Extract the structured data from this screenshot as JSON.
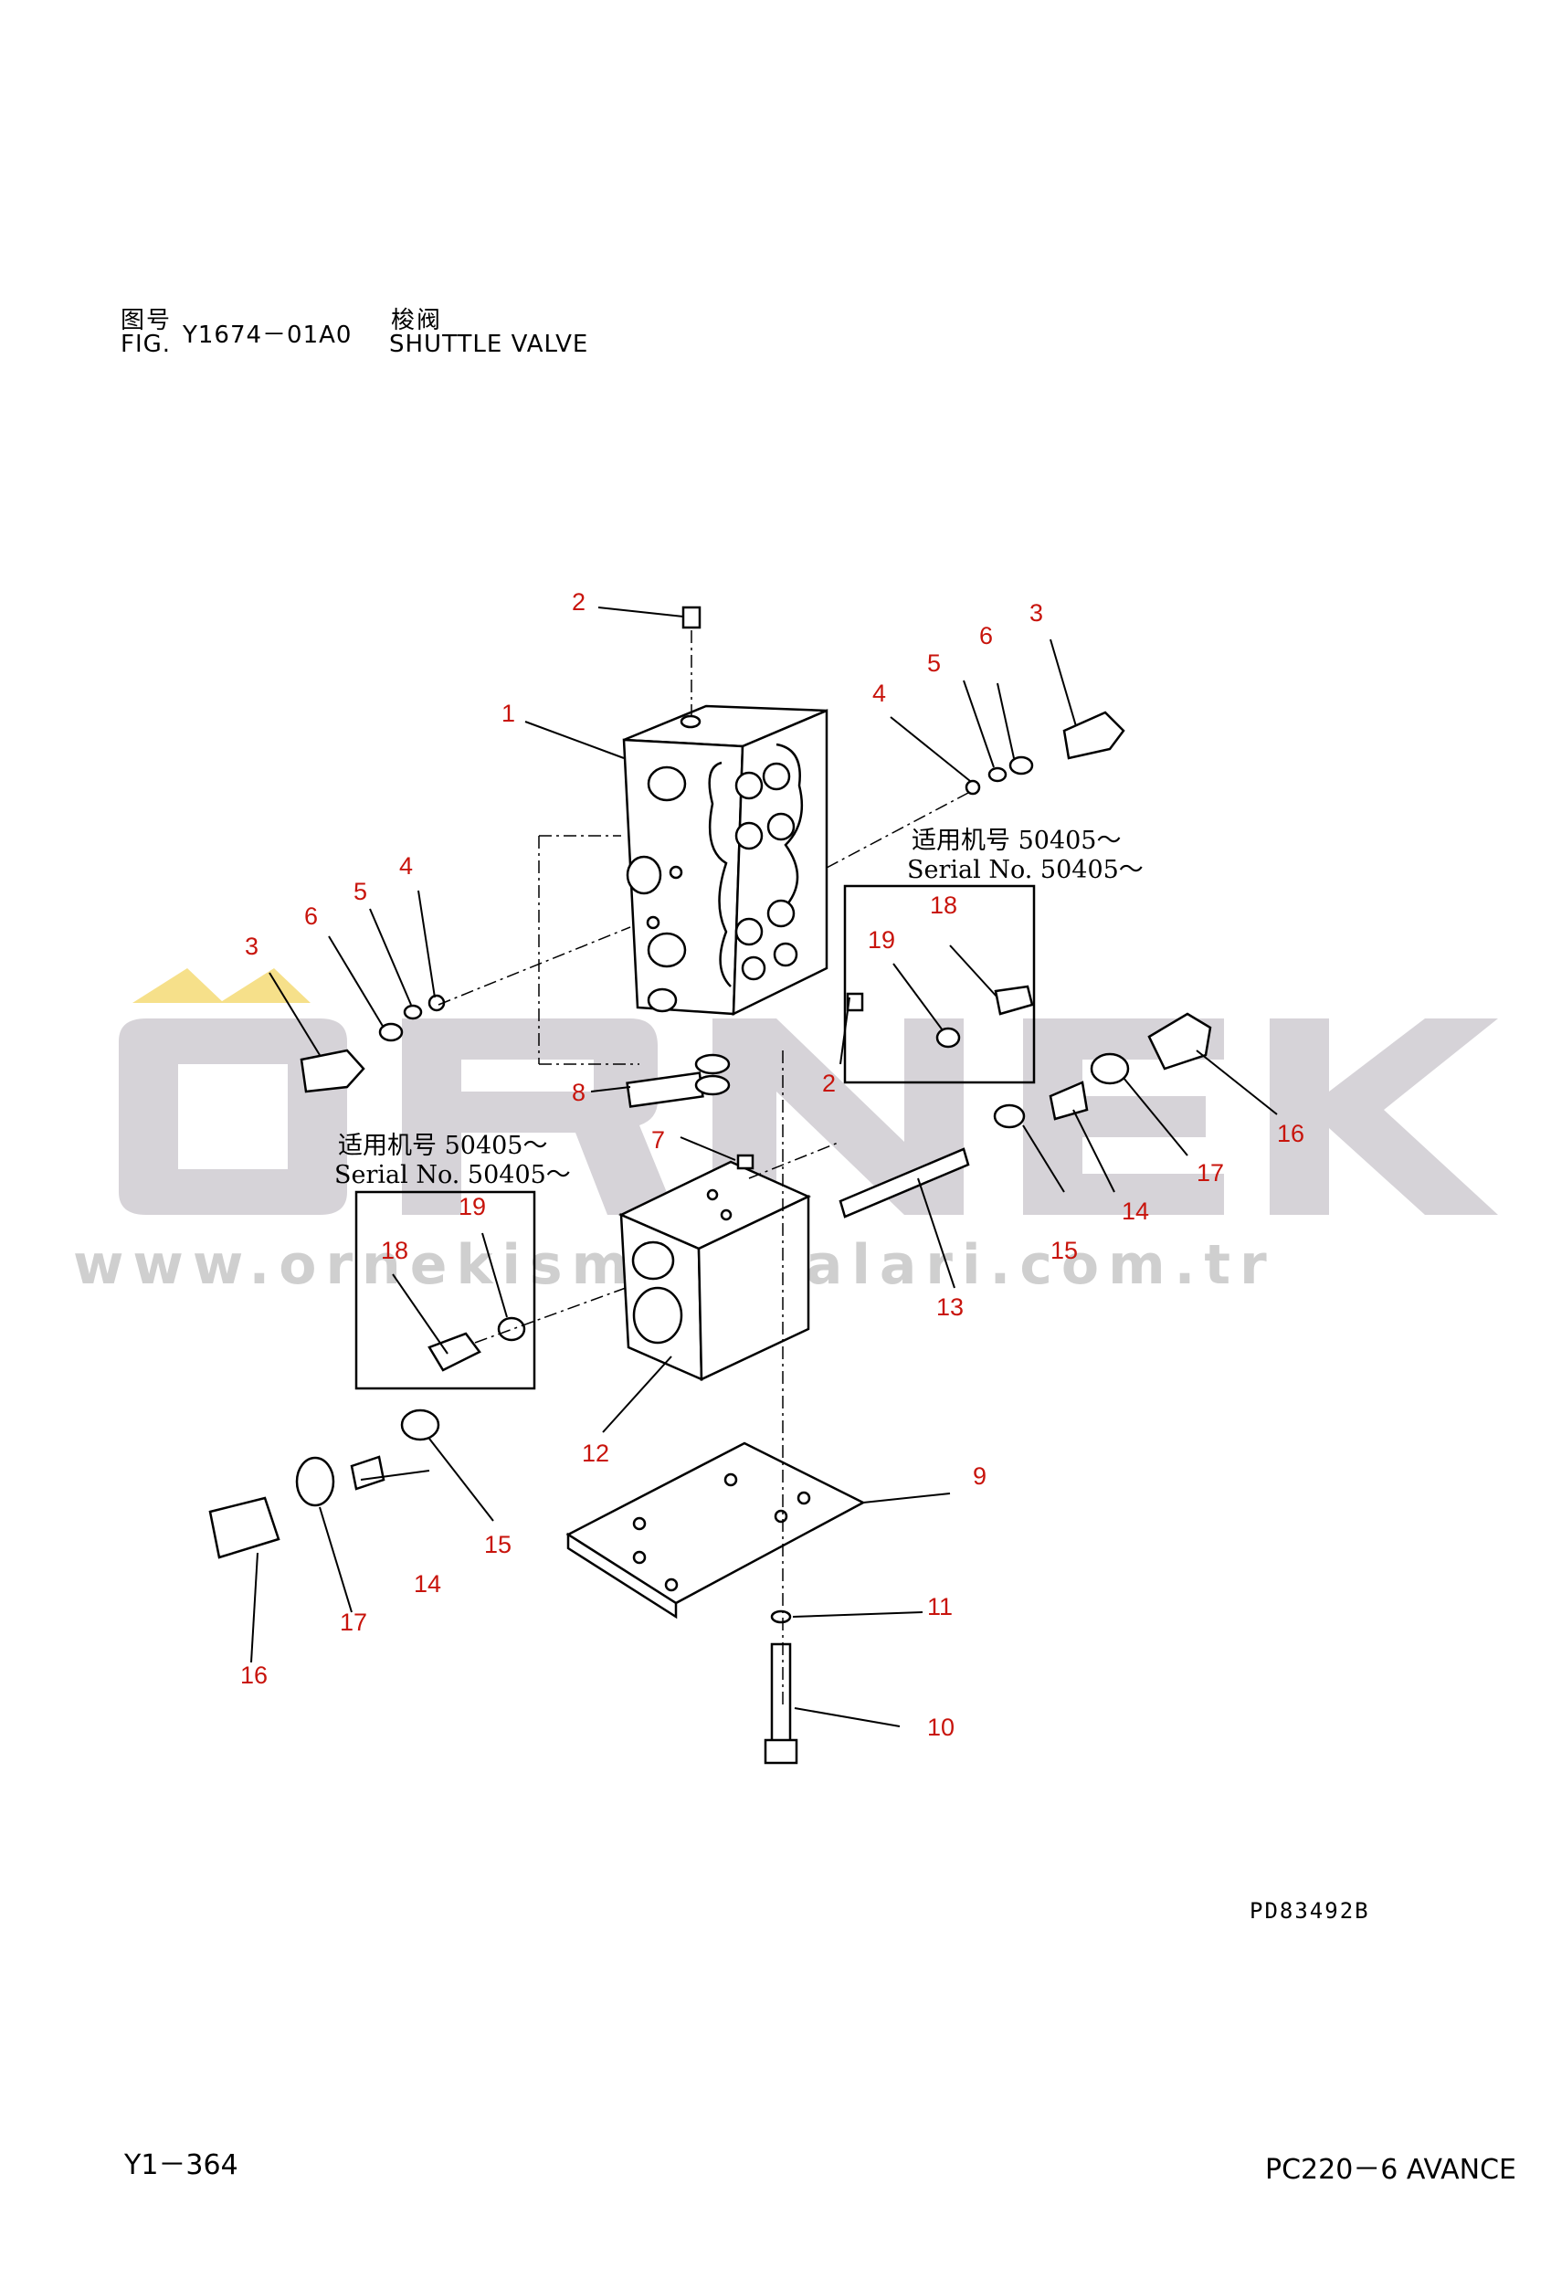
{
  "header": {
    "fig_label_cjk": "图号",
    "fig_label": "FIG.",
    "fig_number": "Y1674－01A0",
    "title_cjk": "梭阀",
    "title": "SHUTTLE VALVE"
  },
  "serial_notes": [
    {
      "cjk": "适用机号 50405～",
      "text": "Serial No. 50405～"
    },
    {
      "cjk": "适用机号 50405～",
      "text": "Serial No. 50405～"
    }
  ],
  "callouts": [
    "1",
    "2",
    "2",
    "3",
    "3",
    "4",
    "4",
    "5",
    "5",
    "6",
    "6",
    "7",
    "8",
    "9",
    "10",
    "11",
    "12",
    "13",
    "14",
    "14",
    "15",
    "15",
    "16",
    "16",
    "17",
    "17",
    "18",
    "18",
    "19",
    "19"
  ],
  "watermark": {
    "brand": "ÖRNEK",
    "url": "www.ornekismakinalari.com.tr",
    "color": "#d6d3d8",
    "accent": "#f6e08a"
  },
  "drawing_code": "PD83492B",
  "footer": {
    "page": "Y1－364",
    "model": "PC220－6 AVANCE"
  },
  "colors": {
    "callout": "#c8140c",
    "line": "#000000"
  }
}
